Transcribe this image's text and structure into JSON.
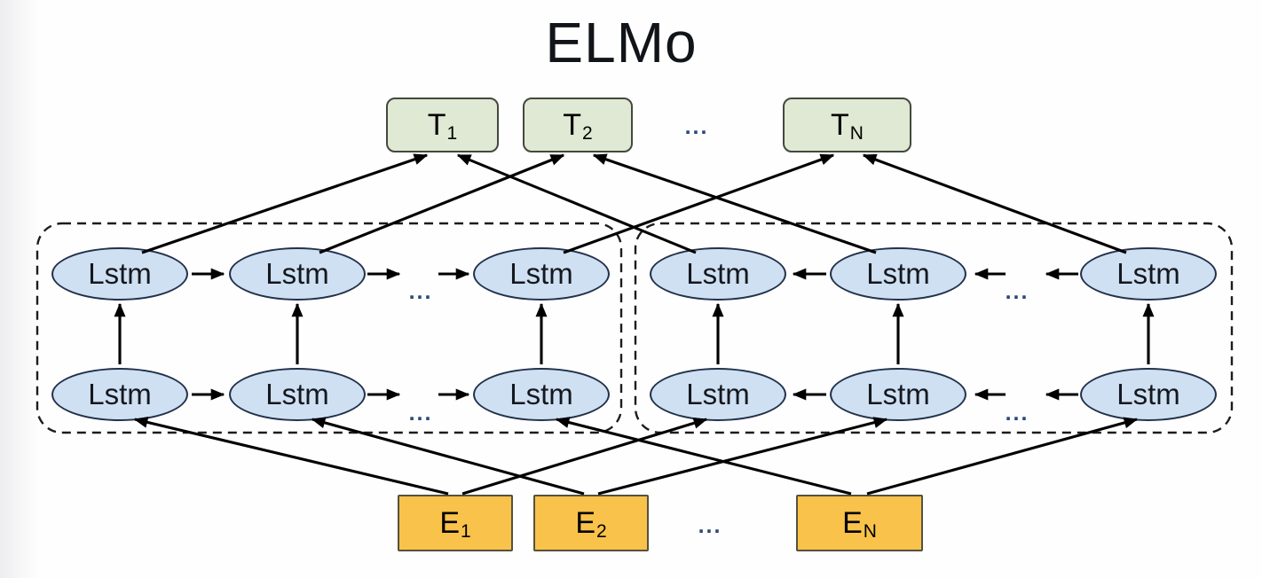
{
  "title": "ELMo",
  "nodes": {
    "lstm": "Lstm",
    "ellipsis": "..."
  },
  "outputs": {
    "t1": {
      "main": "T",
      "sub": "1"
    },
    "t2": {
      "main": "T",
      "sub": "2"
    },
    "tn": {
      "main": "T",
      "sub": "N"
    }
  },
  "embeddings": {
    "e1": {
      "main": "E",
      "sub": "1"
    },
    "e2": {
      "main": "E",
      "sub": "2"
    },
    "en": {
      "main": "E",
      "sub": "N"
    }
  },
  "colors": {
    "output_fill": "#dfe9d3",
    "output_border": "#44483f",
    "embedding_fill": "#f9c24a",
    "embedding_border": "#55513d",
    "lstm_fill": "#cfe0f2",
    "lstm_border": "#22314b",
    "arrow": "#000000",
    "dashed_border": "#1c1c1c",
    "ellipsis_color": "#2c4a73"
  }
}
